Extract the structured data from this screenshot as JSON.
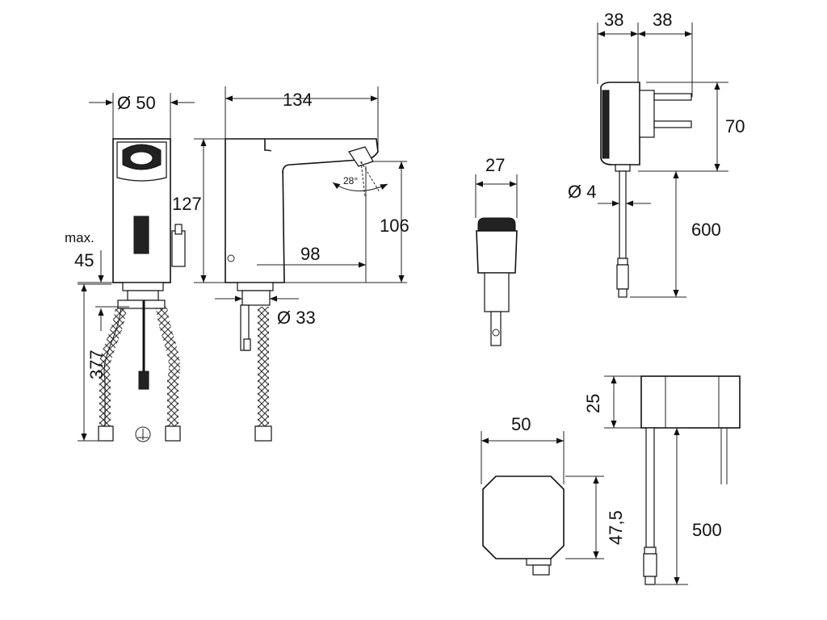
{
  "labels": {
    "faucet_dia": "Ø 50",
    "faucet_height": "127",
    "max_label": "max.",
    "max_value": "45",
    "hose_length": "377",
    "faucet_width": "134",
    "spout_angle": "28°",
    "spout_height": "106",
    "spout_reach": "98",
    "base_dia": "Ø 33",
    "plug_width": "27",
    "adapter_w1": "38",
    "adapter_w2": "38",
    "adapter_height": "70",
    "cable_dia": "Ø 4",
    "cable_length": "600",
    "box_height": "25",
    "box_width": "50",
    "box_depth": "47,5",
    "box_cable_length": "500"
  },
  "colors": {
    "line": "#111111",
    "background": "#ffffff"
  }
}
